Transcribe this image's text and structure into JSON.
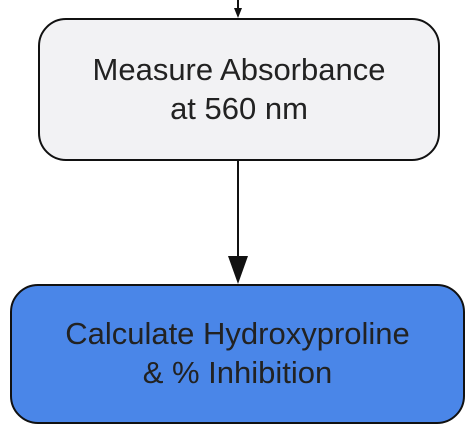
{
  "diagram": {
    "nodes": [
      {
        "id": "measure",
        "label": "Measure Absorbance\nat 560 nm",
        "fill": "#f2f2f4"
      },
      {
        "id": "calculate",
        "label": "Calculate Hydroxyproline\n& % Inhibition",
        "fill": "#4a86e8"
      }
    ],
    "edges": [
      {
        "from": "measure",
        "to": "calculate"
      }
    ],
    "incoming_edge_to": "measure",
    "colors": {
      "stroke": "#111111",
      "text": "#222222"
    }
  }
}
